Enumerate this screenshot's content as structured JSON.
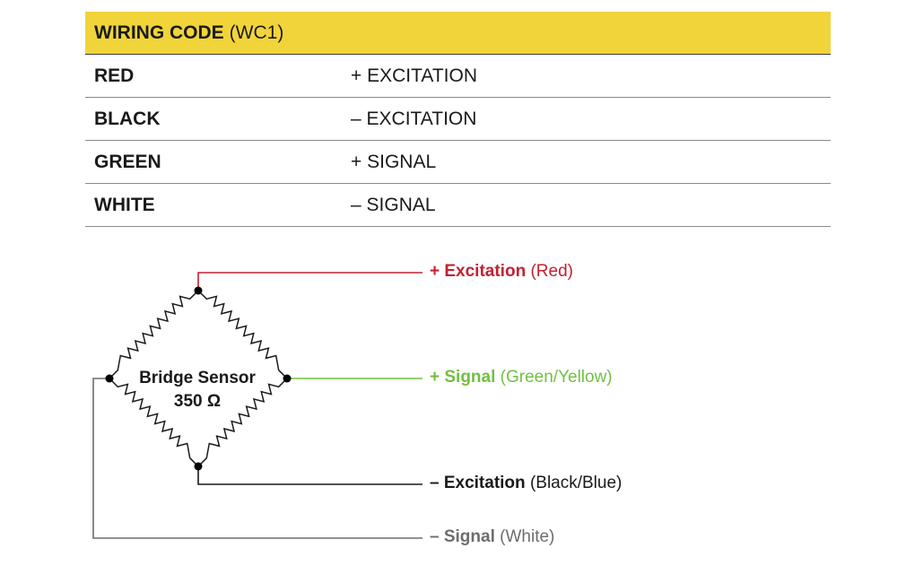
{
  "table": {
    "header_bold": "WIRING CODE",
    "header_light": "(WC1)",
    "rows": [
      {
        "color": "RED",
        "function": "+ EXCITATION"
      },
      {
        "color": "BLACK",
        "function": "– EXCITATION"
      },
      {
        "color": "GREEN",
        "function": "+ SIGNAL"
      },
      {
        "color": "WHITE",
        "function": "– SIGNAL"
      }
    ]
  },
  "diagram": {
    "sensor_name": "Bridge Sensor",
    "sensor_value": "350 Ω",
    "leads": {
      "pos_excitation": {
        "name": "+ Excitation",
        "color_text": "(Red)",
        "color": "#c32031"
      },
      "pos_signal": {
        "name": "+ Signal",
        "color_text": "(Green/Yellow)",
        "color": "#72bf44"
      },
      "neg_excitation": {
        "name": "– Excitation",
        "color_text": "(Black/Blue)",
        "color": "#1a1a1a"
      },
      "neg_signal": {
        "name": "– Signal",
        "color_text": "(White)",
        "color": "#6d6d6d"
      }
    }
  },
  "colors": {
    "header_bg": "#f1d43a"
  }
}
